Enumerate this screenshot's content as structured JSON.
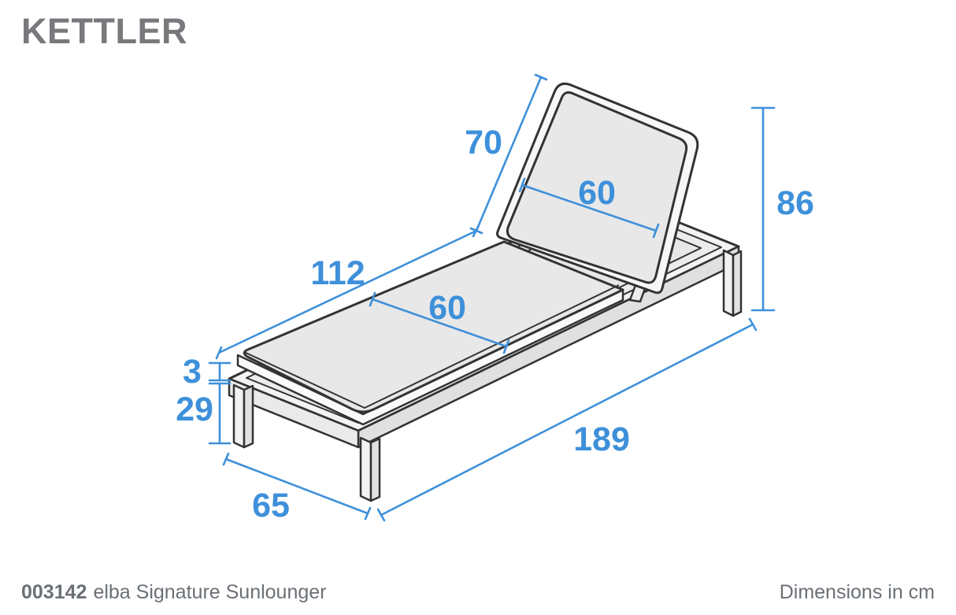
{
  "brand": {
    "logo_text": "KETTLER"
  },
  "footer": {
    "product_code": "003142",
    "product_name": "elba Signature Sunlounger",
    "units_note": "Dimensions in cm"
  },
  "colors": {
    "dimension_blue": "#3E90DA",
    "outline_ink": "#333333",
    "cushion_gray": "#E8E8E8",
    "logo_gray": "#77797C",
    "footer_gray": "#6B7076"
  },
  "diagram": {
    "type": "isometric-dimension-drawing",
    "subject": "sunlounger",
    "units": "cm",
    "dims": {
      "backrest_length": {
        "label": "70",
        "cm": 70
      },
      "backrest_width": {
        "label": "60",
        "cm": 60
      },
      "seat_length": {
        "label": "112",
        "cm": 112
      },
      "seat_width": {
        "label": "60",
        "cm": 60
      },
      "overall_height": {
        "label": "86",
        "cm": 86
      },
      "cushion_thickness": {
        "label": "3",
        "cm": 3
      },
      "frame_height": {
        "label": "29",
        "cm": 29
      },
      "overall_length": {
        "label": "189",
        "cm": 189
      },
      "overall_width": {
        "label": "65",
        "cm": 65
      }
    }
  }
}
